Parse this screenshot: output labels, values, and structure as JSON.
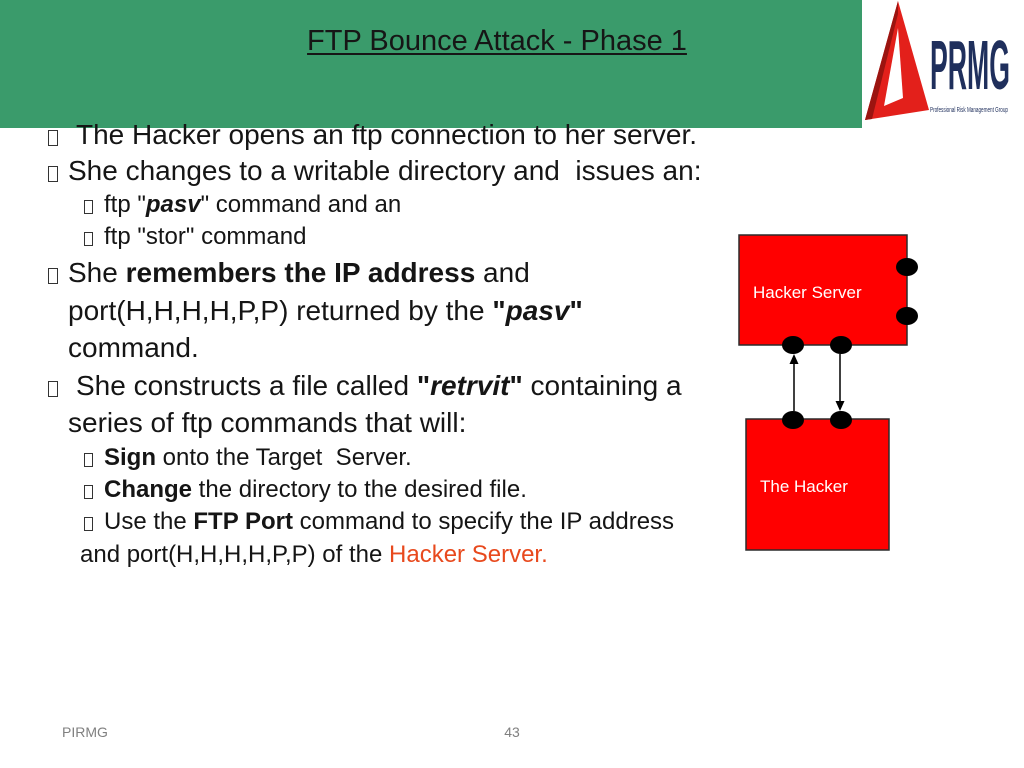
{
  "slide": {
    "title": "FTP Bounce Attack - Phase 1",
    "footer_left": "PIRMG",
    "page_number": "43"
  },
  "logo": {
    "text": "PRMG",
    "tagline": "Professional Risk Management Group"
  },
  "bullets": {
    "b1": {
      "text": "The Hacker opens an ftp connection to her server."
    },
    "b2": {
      "text": "She changes to a writable directory and  issues an:"
    },
    "b2_sub1": {
      "pre": "ftp \"",
      "em": "pasv",
      "post": "\" command and an"
    },
    "b2_sub2": {
      "text": "ftp \"stor\" command"
    },
    "b3": {
      "pre": "She ",
      "bold": "remembers the IP address",
      "post": " and",
      "line2_pre": "port(H,H,H,H,P,P) returned by the ",
      "quote_open": "\"",
      "em": "pasv",
      "quote_close": "\"",
      "line3": "command."
    },
    "b4": {
      "pre": "She constructs a file called ",
      "quote_open": "\"",
      "em": "retrvit",
      "quote_close": "\"",
      "post": " containing a",
      "line2": "series of ftp commands that will:"
    },
    "b4_sub1": {
      "bold": "Sign",
      "post": " onto the Target  Server."
    },
    "b4_sub2": {
      "bold": "Change",
      "post": " the directory to the desired file."
    },
    "b4_sub3": {
      "pre": "Use the ",
      "bold": "FTP Port",
      "post": " command to specify the IP address",
      "line2_pre": "and port(H,H,H,H,P,P) of the ",
      "highlight": "Hacker Server."
    }
  },
  "diagram": {
    "server_label": "Hacker Server",
    "hacker_label": "The Hacker"
  },
  "icons": {
    "bullet": "empty-box-bullet-icon",
    "arrows": [
      "arrow-up-icon",
      "arrow-down-icon"
    ]
  },
  "colors": {
    "header_green": "#3a9b6b",
    "box_red": "#ff0000",
    "highlight_orange": "#e8491d",
    "logo_red": "#e3201b",
    "logo_navy": "#1f2f5c"
  }
}
